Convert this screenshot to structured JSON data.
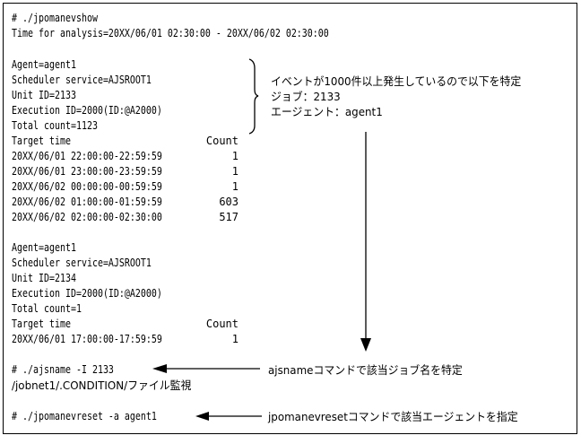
{
  "terminal": {
    "cmd_show": "# ./jpomanevshow",
    "time_for_analysis": "Time for analysis=20XX/06/01 02:30:00 - 20XX/06/02 02:30:00",
    "block1": {
      "agent": "Agent=agent1",
      "scheduler": "Scheduler service=AJSROOT1",
      "unit_id": "Unit ID=2133",
      "execution_id": "Execution ID=2000(ID:@A2000)",
      "total_count": "Total count=1123",
      "header_time": "Target time",
      "header_count": "Count",
      "rows": [
        {
          "time": "20XX/06/01 22:00:00-22:59:59",
          "count": "1"
        },
        {
          "time": "20XX/06/01 23:00:00-23:59:59",
          "count": "1"
        },
        {
          "time": "20XX/06/02 00:00:00-00:59:59",
          "count": "1"
        },
        {
          "time": "20XX/06/02 01:00:00-01:59:59",
          "count": "603"
        },
        {
          "time": "20XX/06/02 02:00:00-02:30:00",
          "count": "517"
        }
      ]
    },
    "block2": {
      "agent": "Agent=agent1",
      "scheduler": "Scheduler service=AJSROOT1",
      "unit_id": "Unit ID=2134",
      "execution_id": "Execution ID=2000(ID:@A2000)",
      "total_count": "Total count=1",
      "header_time": "Target time",
      "header_count": "Count",
      "rows": [
        {
          "time": "20XX/06/01 17:00:00-17:59:59",
          "count": "1"
        }
      ]
    },
    "cmd_ajsname": "# ./ajsname -I 2133",
    "ajsname_result": "/jobnet1/.CONDITION/ファイル監視",
    "cmd_reset": "# ./jpomanevreset -a agent1"
  },
  "annotations": {
    "note_line1": "イベントが1000件以上発生しているので以下を特定",
    "note_line2": "ジョブ：2133",
    "note_line3": "エージェント：agent1",
    "ajsname_note": "ajsnameコマンドで該当ジョブ名を特定",
    "reset_note": "jpomanevresetコマンドで該当エージェントを指定"
  }
}
